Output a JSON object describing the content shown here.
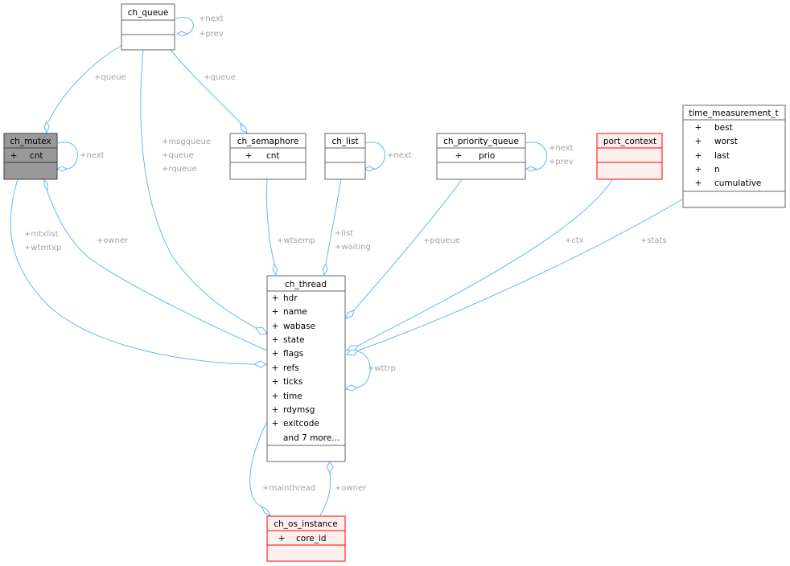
{
  "nodes": {
    "ch_queue": {
      "title": "ch_queue",
      "attrs": []
    },
    "ch_mutex": {
      "title": "ch_mutex",
      "attrs": [
        {
          "vis": "+",
          "name": "cnt"
        }
      ]
    },
    "ch_semaphore": {
      "title": "ch_semaphore",
      "attrs": [
        {
          "vis": "+",
          "name": "cnt"
        }
      ]
    },
    "ch_list": {
      "title": "ch_list",
      "attrs": []
    },
    "ch_priority_queue": {
      "title": "ch_priority_queue",
      "attrs": [
        {
          "vis": "+",
          "name": "prio"
        }
      ]
    },
    "port_context": {
      "title": "port_context",
      "attrs": []
    },
    "time_measurement_t": {
      "title": "time_measurement_t",
      "attrs": [
        {
          "vis": "+",
          "name": "best"
        },
        {
          "vis": "+",
          "name": "worst"
        },
        {
          "vis": "+",
          "name": "last"
        },
        {
          "vis": "+",
          "name": "n"
        },
        {
          "vis": "+",
          "name": "cumulative"
        }
      ]
    },
    "ch_thread": {
      "title": "ch_thread",
      "attrs": [
        {
          "vis": "+",
          "name": "hdr"
        },
        {
          "vis": "+",
          "name": "name"
        },
        {
          "vis": "+",
          "name": "wabase"
        },
        {
          "vis": "+",
          "name": "state"
        },
        {
          "vis": "+",
          "name": "flags"
        },
        {
          "vis": "+",
          "name": "refs"
        },
        {
          "vis": "+",
          "name": "ticks"
        },
        {
          "vis": "+",
          "name": "time"
        },
        {
          "vis": "+",
          "name": "rdymsg"
        },
        {
          "vis": "+",
          "name": "exitcode"
        },
        {
          "vis": "",
          "name": "and 7 more..."
        }
      ]
    },
    "ch_os_instance": {
      "title": "ch_os_instance",
      "attrs": [
        {
          "vis": "+",
          "name": "core_id"
        }
      ]
    }
  },
  "edge_labels": {
    "queue_self": [
      "+next",
      "+prev"
    ],
    "mutex_self": [
      "+next"
    ],
    "list_self": [
      "+next"
    ],
    "pq_self": [
      "+next",
      "+prev"
    ],
    "queue_to_mutex": [
      "+queue"
    ],
    "queue_to_semaphore": [
      "+queue"
    ],
    "queue_to_thread": [
      "+msgqueue",
      "+queue",
      "+rqueue"
    ],
    "mutex_from_thread": [
      "+owner"
    ],
    "thread_from_mutex": [
      "+mtxlist",
      "+wtmtxp"
    ],
    "semaphore_to_thread": [
      "+wtsemp"
    ],
    "list_to_thread": [
      "+list",
      "+waiting"
    ],
    "pq_to_thread": [
      "+pqueue"
    ],
    "port_to_thread": [
      "+ctx"
    ],
    "time_to_thread": [
      "+stats"
    ],
    "thread_self": [
      "+wttrp"
    ],
    "thread_to_os": [
      "+mainthread"
    ],
    "os_to_thread": [
      "+owner"
    ]
  },
  "colors": {
    "edge": "#63b8ff",
    "label": "#a3a3a3",
    "normal_border": "#666666",
    "normal_fill": "#ffffff",
    "highlight_border": "#404040",
    "highlight_fill": "#999999",
    "red_border": "#ff0000",
    "red_fill": "#fff0f0"
  }
}
